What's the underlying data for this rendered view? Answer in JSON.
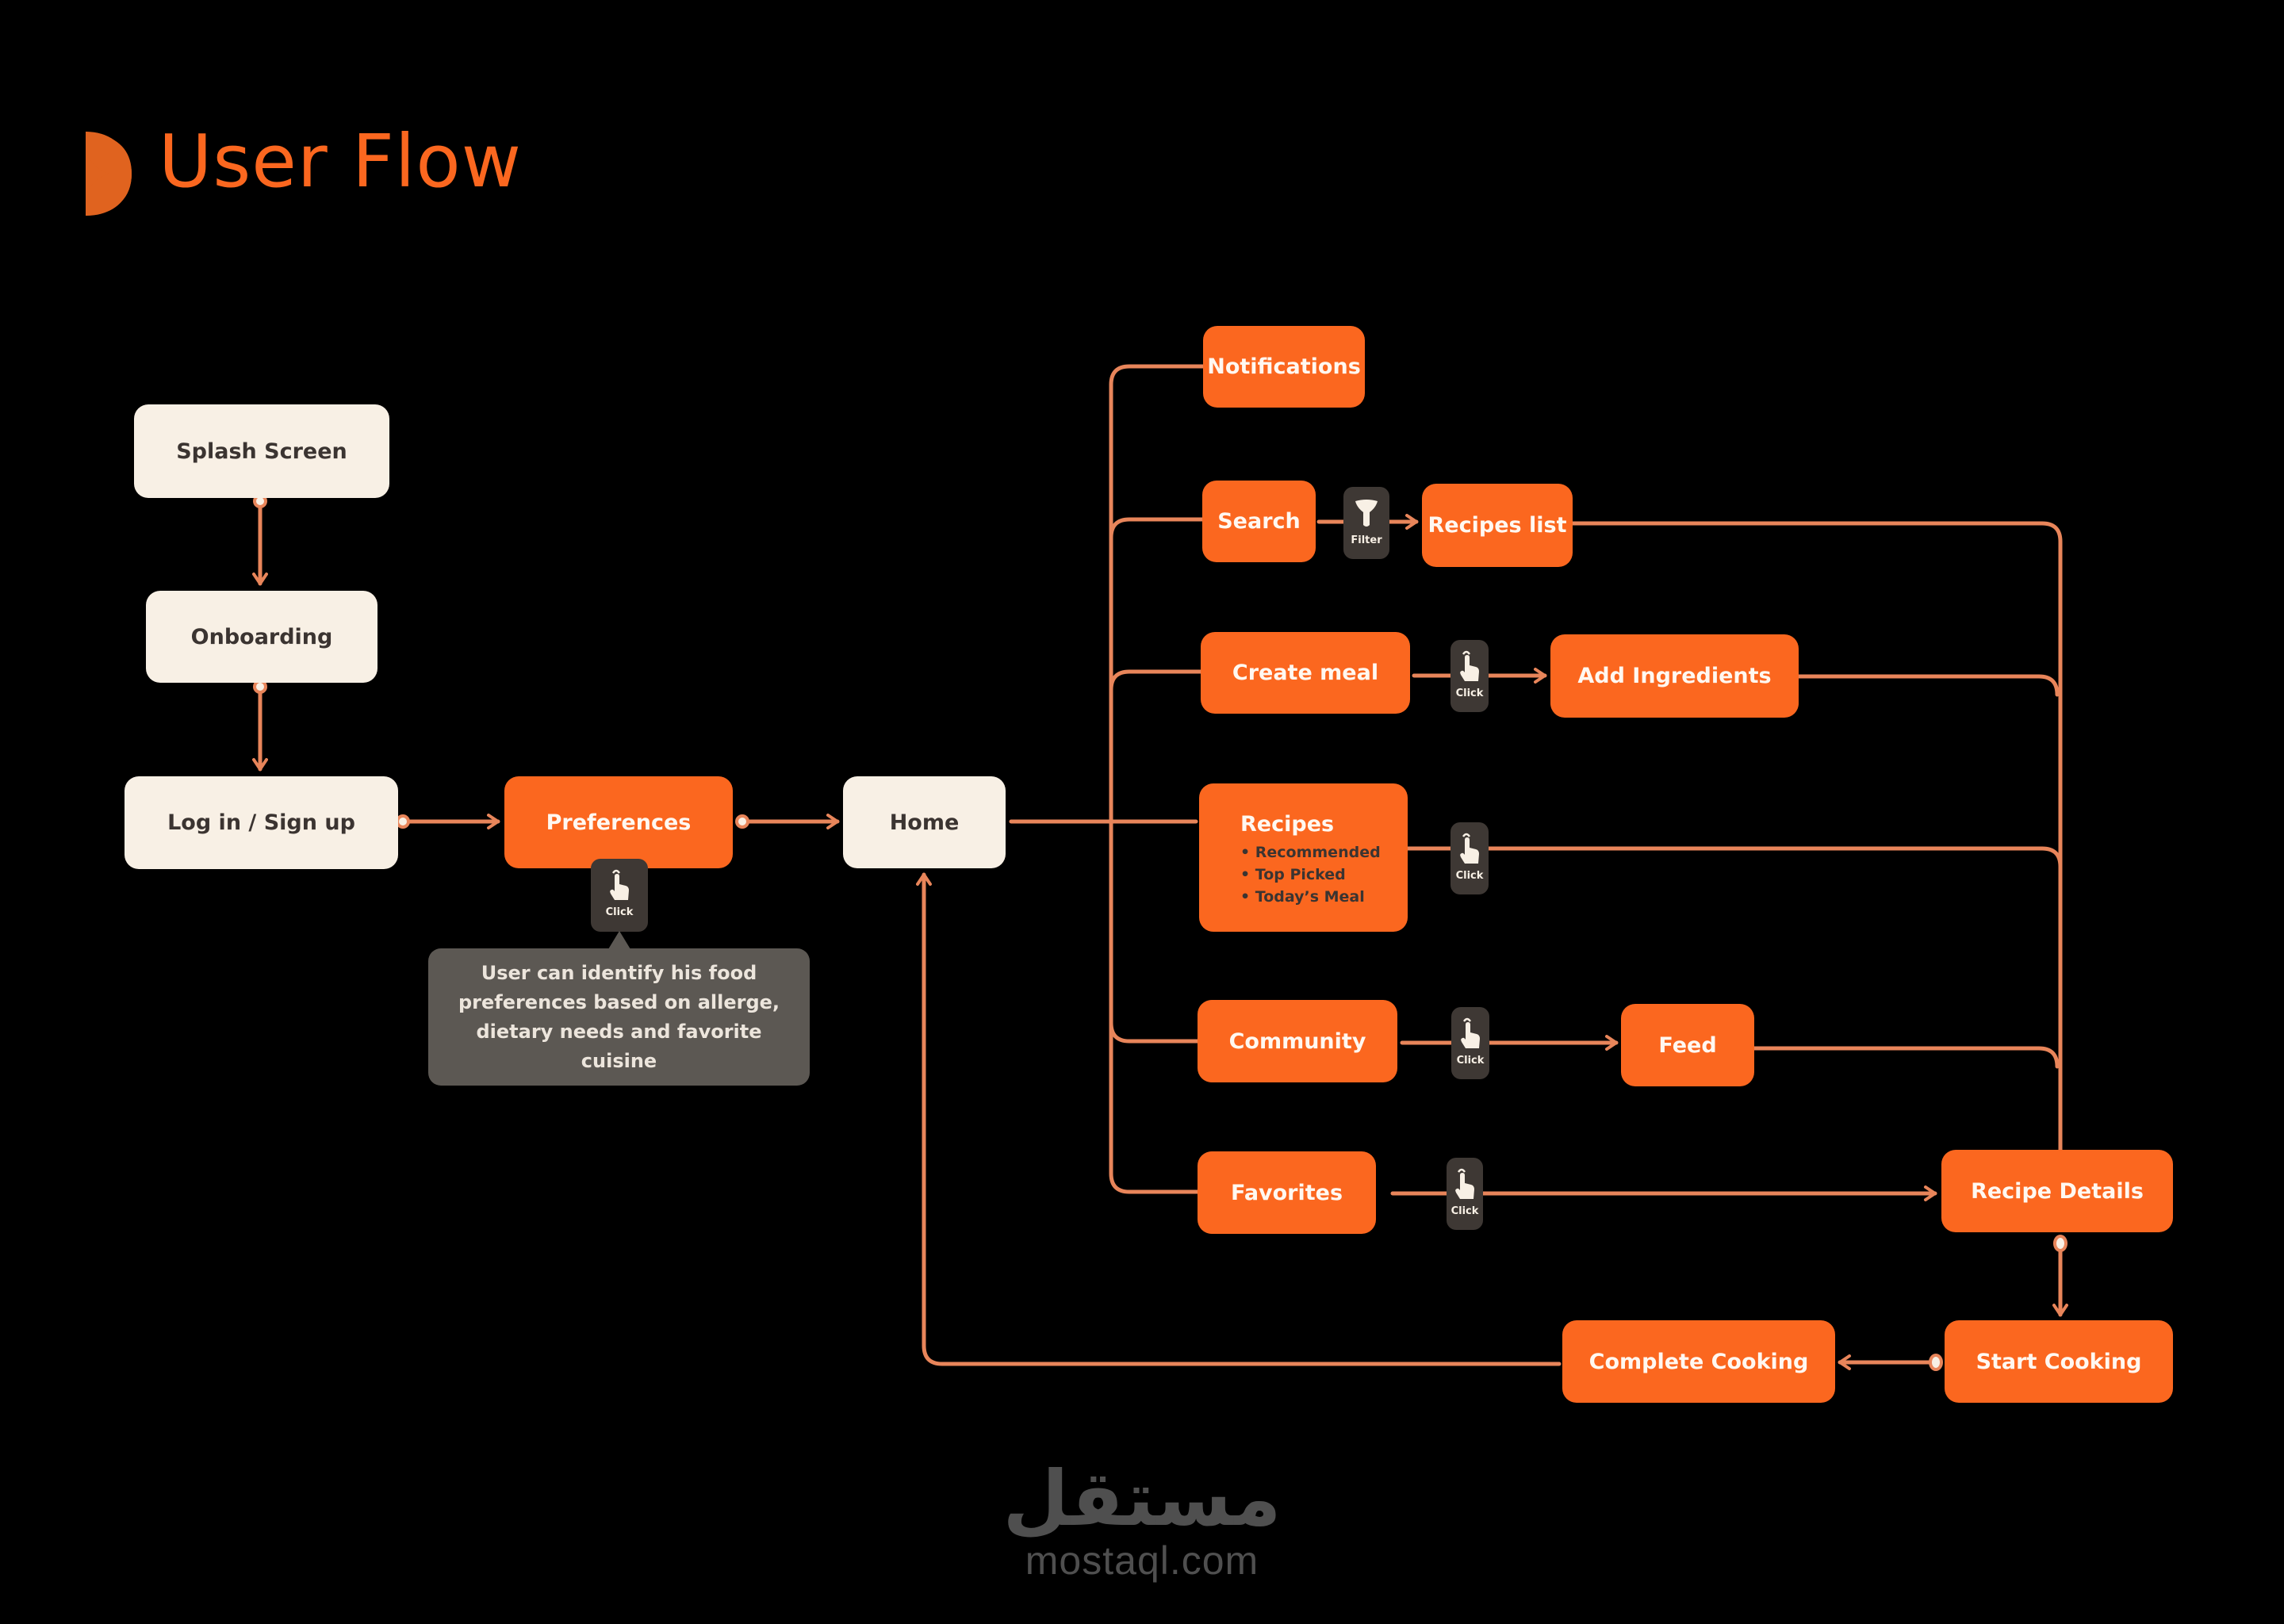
{
  "header": {
    "title": "User Flow",
    "logo_icon": "brand-logo-icon"
  },
  "colors": {
    "background": "#000000",
    "accent": "#fb671f",
    "connector": "#e8855a",
    "light_node": "#f8f0e5",
    "dark_text": "#3b3431",
    "chip": "#3e3834",
    "tooltip": "#5c5853"
  },
  "nodes": {
    "splash": "Splash Screen",
    "onboarding": "Onboarding",
    "login": "Log in / Sign up",
    "preferences": "Preferences",
    "home": "Home",
    "notifications": "Notifications",
    "search": "Search",
    "recipes_list": "Recipes list",
    "create_meal": "Create meal",
    "add_ingredients": "Add Ingredients",
    "recipes": {
      "title": "Recipes",
      "items": [
        "• Recommended",
        "• Top Picked",
        "• Today’s Meal"
      ]
    },
    "community": "Community",
    "feed": "Feed",
    "favorites": "Favorites",
    "recipe_details": "Recipe Details",
    "start_cooking": "Start Cooking",
    "complete_cooking": "Complete Cooking"
  },
  "chips": {
    "click": {
      "label": "Click",
      "icon": "tap-hand-icon"
    },
    "filter": {
      "label": "Filter",
      "icon": "filter-funnel-icon"
    }
  },
  "tooltip": {
    "text": "User can identify his food preferences based on allerge, dietary needs and favorite cuisine"
  },
  "watermark": {
    "arabic": "مستقل",
    "latin": "mostaql.com"
  }
}
